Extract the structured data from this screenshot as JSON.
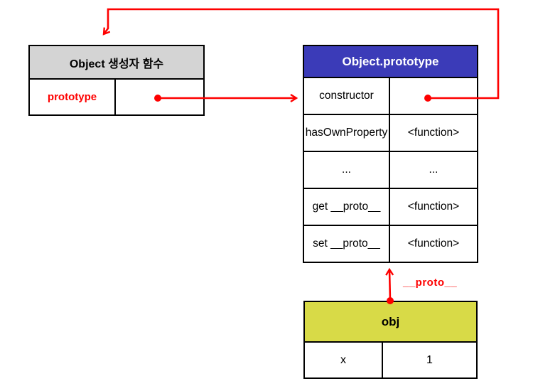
{
  "diagram": {
    "constructor_table": {
      "title": "Object 생성자 함수",
      "rows": [
        {
          "key": "prototype",
          "value": ""
        }
      ]
    },
    "prototype_table": {
      "title": "Object.prototype",
      "rows": [
        {
          "key": "constructor",
          "value": ""
        },
        {
          "key": "hasOwnProperty",
          "value": "<function>"
        },
        {
          "key": "...",
          "value": "..."
        },
        {
          "key": "get __proto__",
          "value": "<function>"
        },
        {
          "key": "set __proto__",
          "value": "<function>"
        }
      ]
    },
    "obj_table": {
      "title": "obj",
      "rows": [
        {
          "key": "x",
          "value": "1"
        }
      ]
    },
    "labels": {
      "proto_ref": "__proto__"
    },
    "colors": {
      "red_accent": "#fe0000",
      "blue_header": "#3b3bb8",
      "gray_header": "#d4d4d4",
      "yellow_header": "#d8da47",
      "border": "#000000"
    }
  }
}
